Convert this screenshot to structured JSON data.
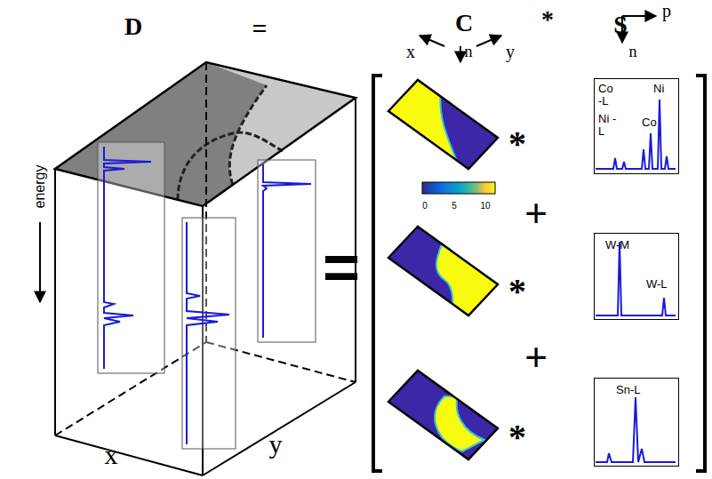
{
  "diagram": {
    "nodes": [
      {
        "text": [
          "Co -L",
          "Ni -L",
          "Ni",
          "Co"
        ]
      },
      {
        "text": [
          "W-M",
          "W-L"
        ]
      },
      {
        "text": [
          "Sn-L"
        ]
      }
    ],
    "labels": [
      "D",
      "=",
      "C",
      "*",
      "S",
      "x",
      "n",
      "y",
      "p",
      "n",
      "energy",
      "x",
      "y",
      "0",
      "5",
      "10",
      "=",
      "*",
      "+",
      "*",
      "+",
      "*"
    ]
  }
}
